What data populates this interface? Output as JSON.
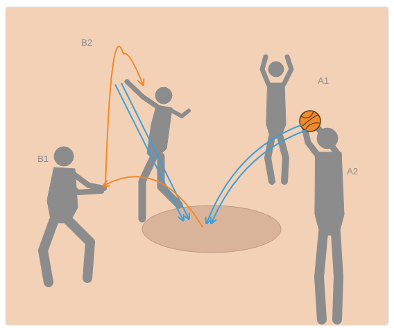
{
  "diagram": {
    "labels": [
      "B2",
      "A1",
      "B1",
      "A2"
    ]
  }
}
